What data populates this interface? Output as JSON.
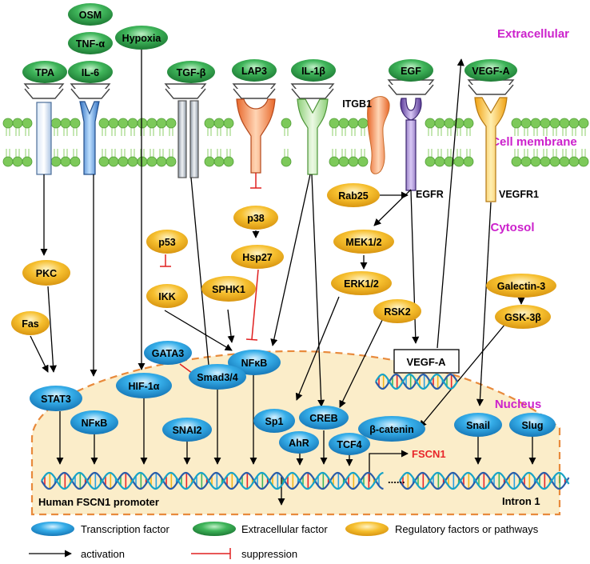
{
  "regions": {
    "extracellular": "Extracellular",
    "cell_membrane": "Cell membrane",
    "cytosol": "Cytosol",
    "nucleus": "Nucleus"
  },
  "extracellular_factors": {
    "osm": "OSM",
    "tnf": "TNF-α",
    "il6": "IL-6",
    "tpa": "TPA",
    "hypoxia": "Hypoxia",
    "tgfb": "TGF-β",
    "lap3": "LAP3",
    "il1b": "IL-1β",
    "egf": "EGF",
    "vegfa": "VEGF-A"
  },
  "regulatory_factors": {
    "rab25": "Rab25",
    "p38": "p38",
    "hsp27": "Hsp27",
    "mek": "MEK1/2",
    "erk": "ERK1/2",
    "pkc": "PKC",
    "p53": "p53",
    "ikk": "IKK",
    "sphk1": "SPHK1",
    "rsk2": "RSK2",
    "galectin3": "Galectin-3",
    "gsk3b": "GSK-3β",
    "fas": "Fas"
  },
  "transcription_factors": {
    "gata3": "GATA3",
    "nfkb_center": "NFκB",
    "stat3": "STAT3",
    "nfkb_left": "NFκB",
    "hif1a": "HIF-1α",
    "smad": "Smad3/4",
    "snai2": "SNAI2",
    "sp1": "Sp1",
    "creb": "CREB",
    "ahr": "AhR",
    "tcf4": "TCF4",
    "bcatenin": "β-catenin",
    "snail": "Snail",
    "slug": "Slug"
  },
  "receptors": {
    "itgb1": "ITGB1",
    "egfr": "EGFR",
    "vegfr1": "VEGFR1"
  },
  "nucleus_labels": {
    "vegfa_gene": "VEGF-A",
    "fscn1": "FSCN1",
    "promoter": "Human FSCN1 promoter",
    "intron": "Intron 1",
    "dots": "......"
  },
  "legend": {
    "transcription_factor": "Transcription factor",
    "extracellular_factor": "Extracellular factor",
    "regulatory": "Regulatory factors or pathways",
    "activation": "activation",
    "suppression": "suppression"
  },
  "colors": {
    "region_label": "#cc22cc",
    "fscn1": "#e8262a",
    "green": "#2e9e44",
    "blue": "#2a9fe0",
    "yellow": "#f2b51a",
    "suppression": "#e02020",
    "nucleus_fill": "#fbedc9",
    "nucleus_border": "#e88a3c",
    "membrane": "#7dc95a"
  }
}
